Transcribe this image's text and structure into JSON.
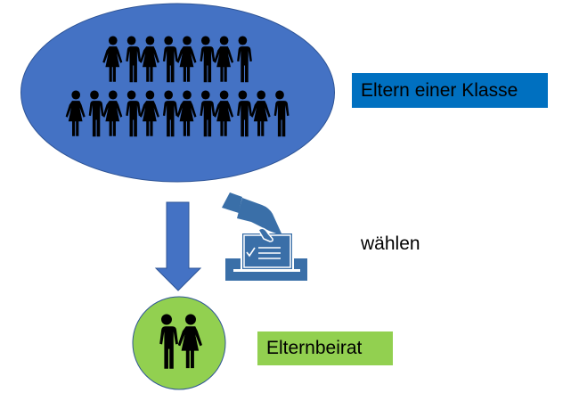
{
  "labels": {
    "parents": "Eltern einer Klasse",
    "vote": "wählen",
    "council": "Elternbeirat"
  },
  "groups": {
    "class_parents_rows": [
      8,
      12
    ],
    "council_members": 2
  },
  "colors": {
    "ellipse": "#4472c4",
    "parents_label": "#0070c0",
    "arrow": "#4472c4",
    "ballot_icon": "#3a6fa8",
    "council_circle": "#92d050",
    "council_label": "#92d050"
  },
  "icons": [
    "people-icon",
    "ballot-box-icon",
    "arrow-down-icon",
    "couple-icon"
  ]
}
